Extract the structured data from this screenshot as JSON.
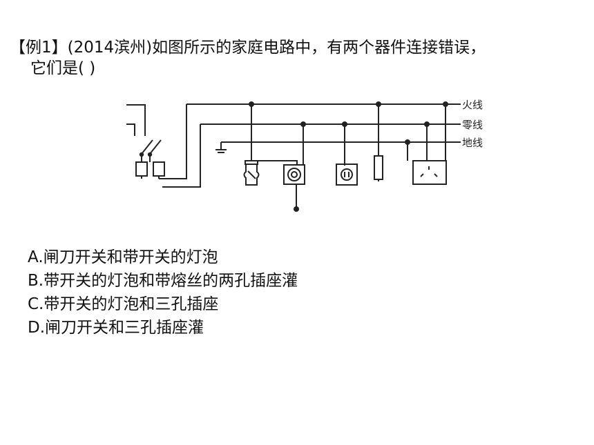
{
  "question": {
    "line1": "【例1】(2014滨州)如图所示的家庭电路中，有两个器件连接错误，",
    "line2": "它们是(      )"
  },
  "diagram": {
    "labels": {
      "live": "火线",
      "neutral": "零线",
      "ground": "地线"
    }
  },
  "options": [
    {
      "text": "A.闸刀开关和带开关的灯泡"
    },
    {
      "text": "B.带开关的灯泡和带熔丝的两孔插座灌"
    },
    {
      "text": "C.带开关的灯泡和三孔插座"
    },
    {
      "text": "D.闸刀开关和三孔插座灌"
    }
  ]
}
